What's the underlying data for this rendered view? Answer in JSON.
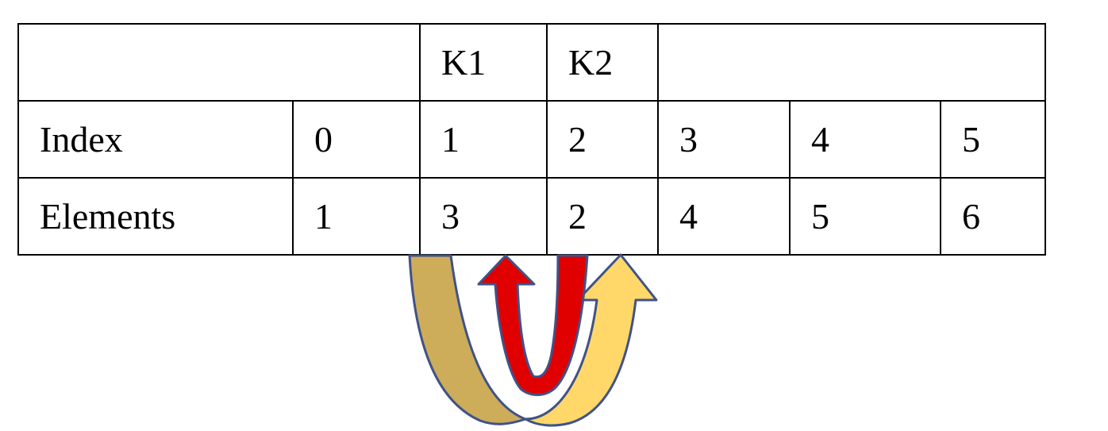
{
  "table": {
    "header": {
      "k1": "K1",
      "k2": "K2"
    },
    "index_row": {
      "label": "Index",
      "values": [
        "0",
        "1",
        "2",
        "3",
        "4",
        "5"
      ]
    },
    "elements_row": {
      "label": "Elements",
      "values": [
        "1",
        "3",
        "2",
        "4",
        "5",
        "6"
      ]
    }
  },
  "colors": {
    "border": "#000000",
    "arrow_outline": "#3F5288",
    "tan_arrow": "#CDAC5A",
    "yellow_arrow": "#FFD869",
    "red_arrow": "#E00000"
  }
}
